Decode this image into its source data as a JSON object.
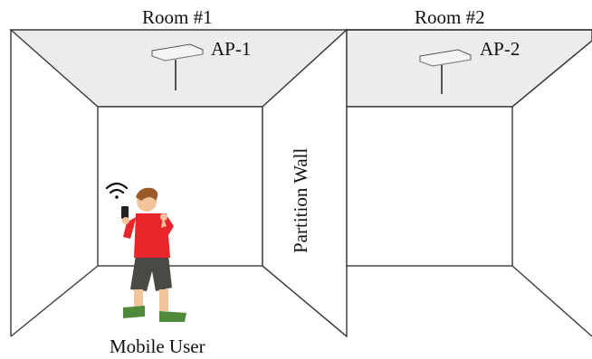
{
  "rooms": [
    {
      "label": "Room #1",
      "ap_label": "AP-1"
    },
    {
      "label": "Room #2",
      "ap_label": "AP-2"
    }
  ],
  "partition_label": "Partition Wall",
  "user_label": "Mobile User",
  "colors": {
    "line": "#3a3a3a",
    "ceiling": "#ececec",
    "floor_side": "#ffffff",
    "ap_body": "#f4f4f4",
    "shirt": "#e8252a",
    "shorts": "#4a4a44",
    "skin": "#f2c49a",
    "hair": "#9a5a2a",
    "shoes": "#4f8a3a"
  },
  "icons": [
    "access-point-icon",
    "wifi-icon",
    "mobile-user-figure"
  ]
}
